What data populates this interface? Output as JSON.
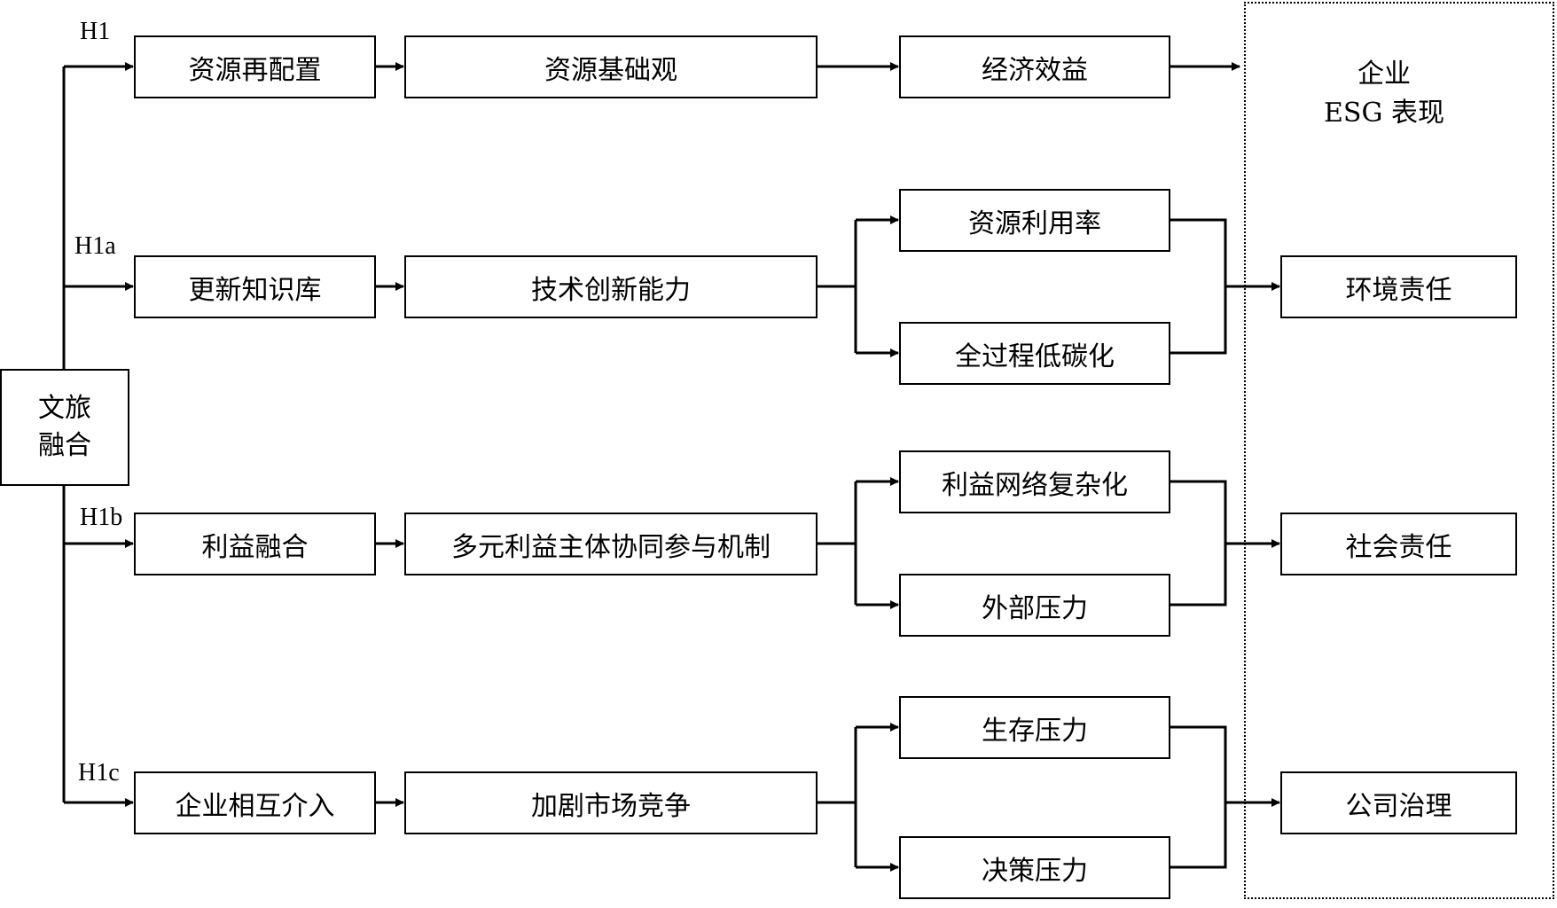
{
  "source": {
    "line1": "文旅",
    "line2": "融合"
  },
  "hypotheses": {
    "h1": "H1",
    "h1a": "H1a",
    "h1b": "H1b",
    "h1c": "H1c"
  },
  "row_h1": {
    "first": "资源再配置",
    "second": "资源基础观",
    "third": "经济效益"
  },
  "row_h1a": {
    "first": "更新知识库",
    "second": "技术创新能力",
    "branch_top": "资源利用率",
    "branch_bottom": "全过程低碳化"
  },
  "row_h1b": {
    "first": "利益融合",
    "second": "多元利益主体协同参与机制",
    "branch_top": "利益网络复杂化",
    "branch_bottom": "外部压力"
  },
  "row_h1c": {
    "first": "企业相互介入",
    "second": "加剧市场竞争",
    "branch_top": "生存压力",
    "branch_bottom": "决策压力"
  },
  "esg": {
    "title_line1": "企业",
    "title_line2": "ESG 表现",
    "environment": "环境责任",
    "social": "社会责任",
    "governance": "公司治理"
  }
}
